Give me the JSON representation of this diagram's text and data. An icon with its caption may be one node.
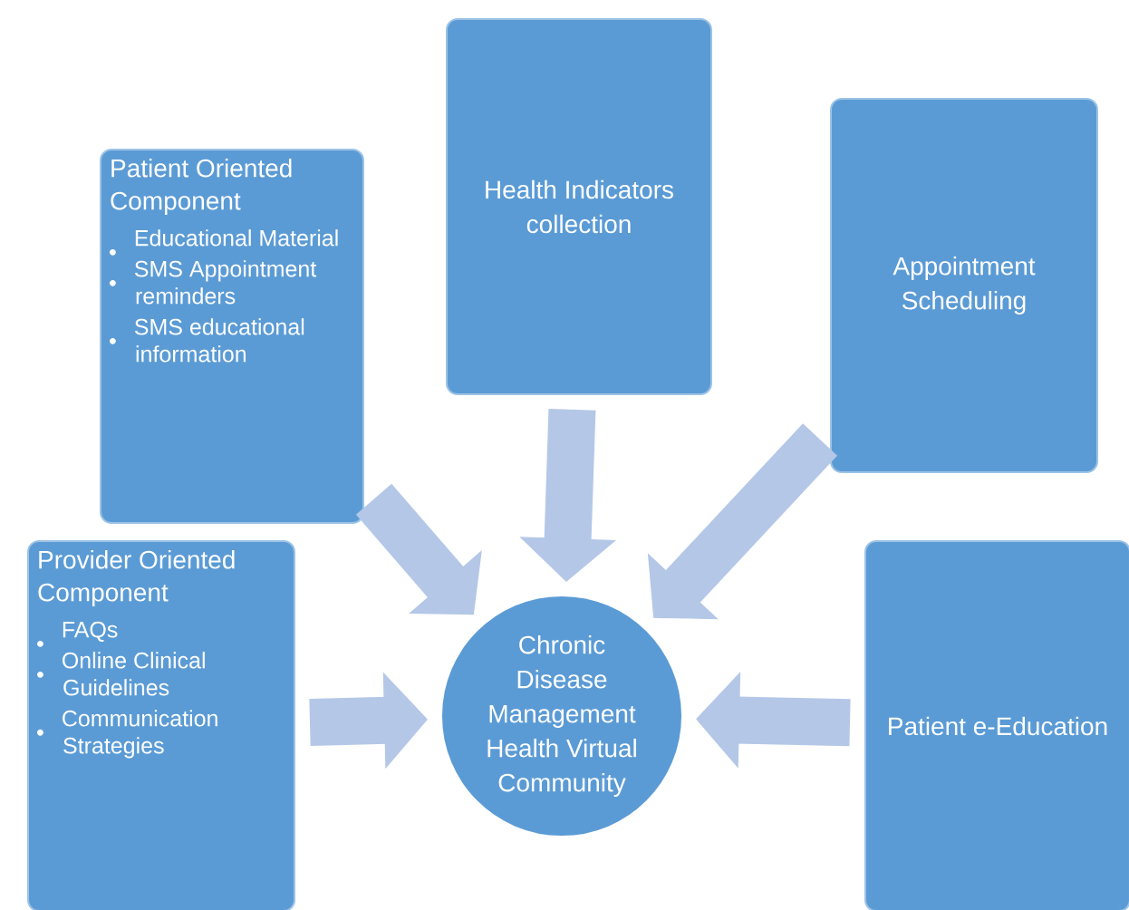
{
  "diagram": {
    "nodes": [
      {
        "text": [
          "Patient Oriented Component",
          "Educational Material",
          "SMS Appointment reminders",
          "SMS educational information"
        ]
      },
      {
        "text": [
          "Health Indicators collection"
        ]
      },
      {
        "text": [
          "Appointment Scheduling"
        ]
      },
      {
        "text": [
          "Provider Oriented Component",
          "FAQs",
          "Online Clinical Guidelines",
          "Communication Strategies"
        ]
      },
      {
        "text": [
          "Chronic Disease Management Health Virtual Community"
        ]
      },
      {
        "text": [
          "Patient e-Education"
        ]
      }
    ],
    "edges": [
      {
        "from": 0,
        "to": 4,
        "arrow": "to"
      },
      {
        "from": 1,
        "to": 4,
        "arrow": "to"
      },
      {
        "from": 2,
        "to": 4,
        "arrow": "to"
      },
      {
        "from": 3,
        "to": 4,
        "arrow": "to"
      },
      {
        "from": 5,
        "to": 4,
        "arrow": "to"
      }
    ]
  }
}
